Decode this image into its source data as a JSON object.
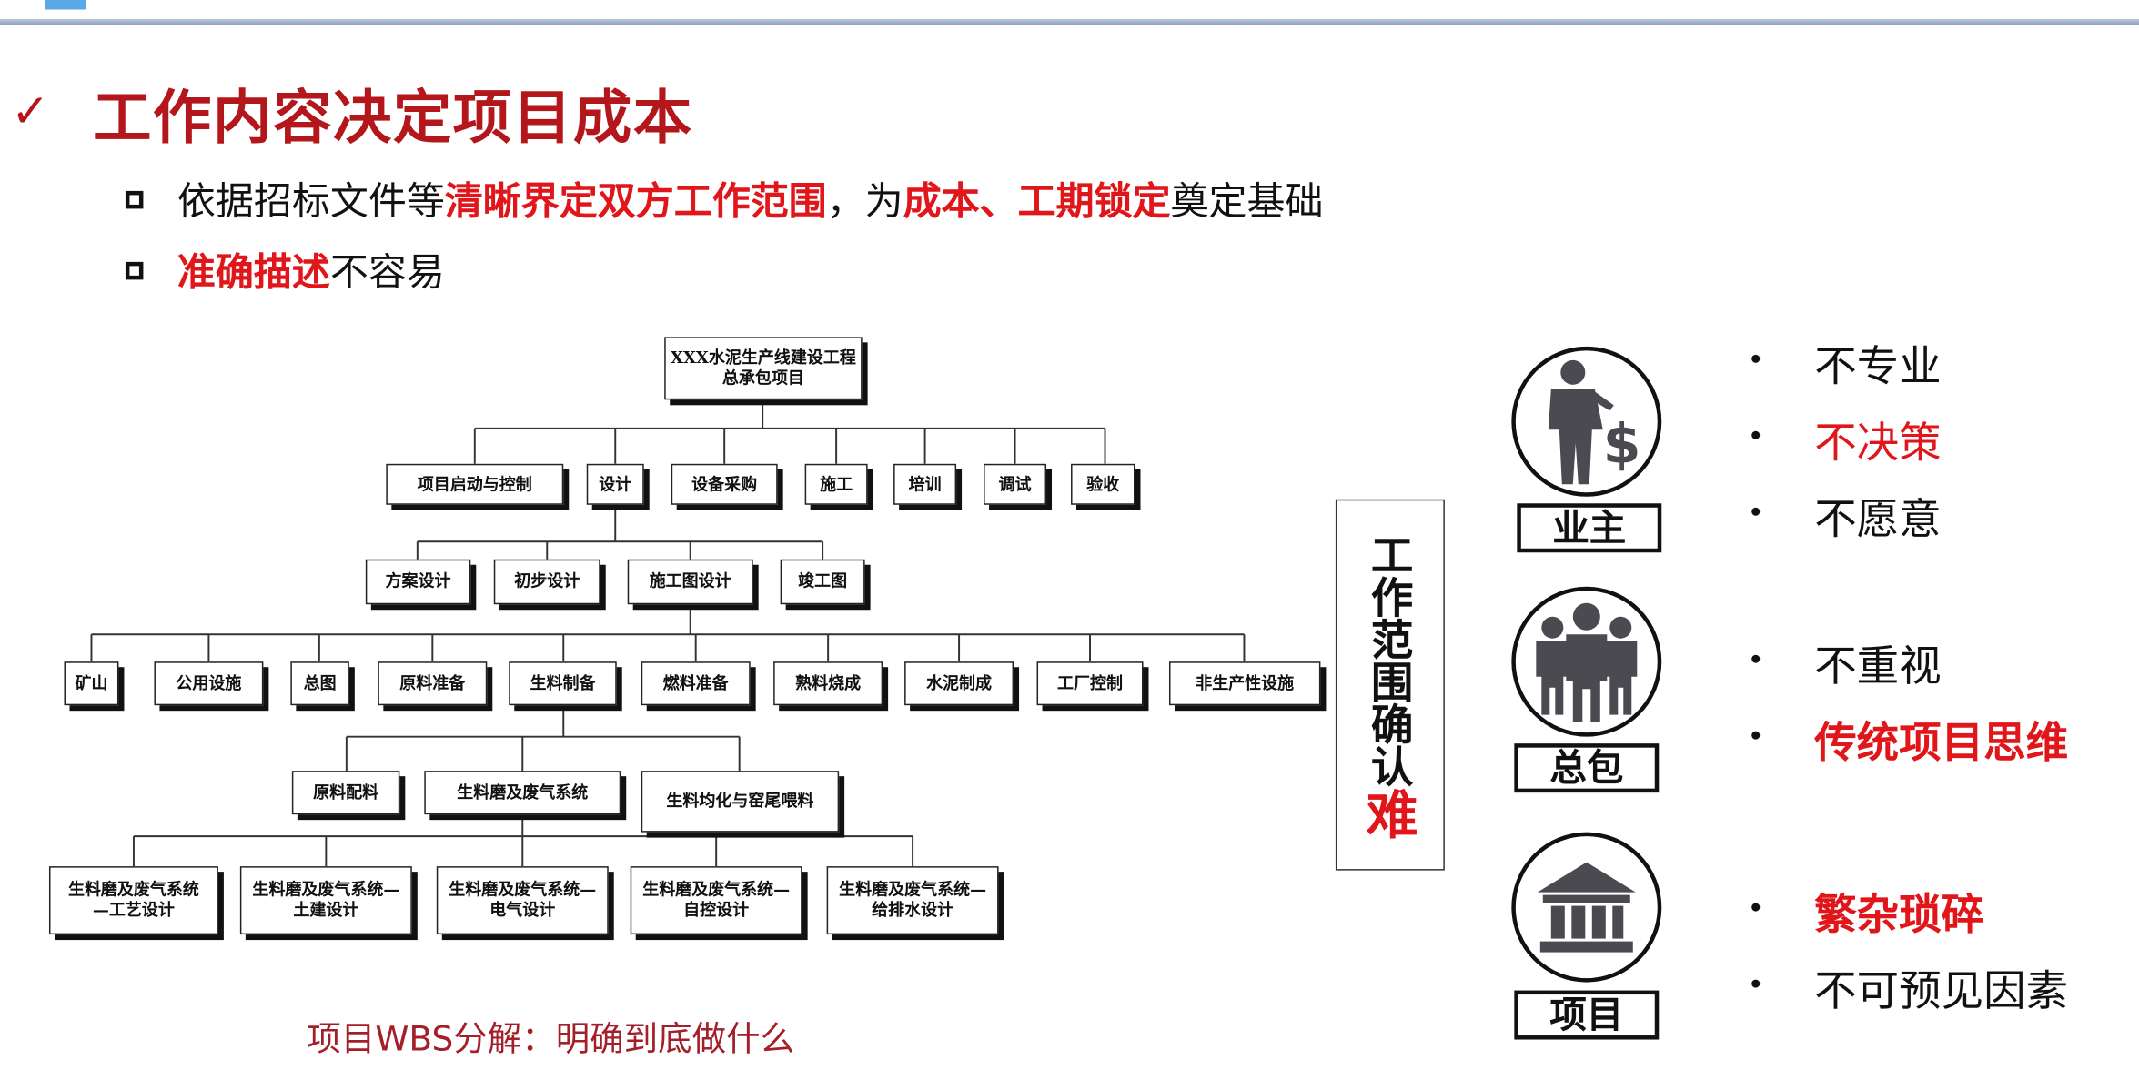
{
  "slide": {
    "title": "工作内容决定项目成本",
    "bullets": [
      {
        "parts": [
          "依据招标文件等",
          "清晰界定双方工作范围",
          "，为",
          "成本、工期锁定",
          "奠定基础"
        ]
      },
      {
        "parts": [
          "准确描述",
          "不容易"
        ]
      }
    ]
  },
  "wbs": {
    "root": "XXX水泥生产线建设工程总承包项目",
    "level1": [
      "项目启动与控制",
      "设计",
      "设备采购",
      "施工",
      "培训",
      "调试",
      "验收"
    ],
    "level2": [
      "方案设计",
      "初步设计",
      "施工图设计",
      "竣工图"
    ],
    "level3": [
      "矿山",
      "公用设施",
      "总图",
      "原料准备",
      "生料制备",
      "燃料准备",
      "熟料烧成",
      "水泥制成",
      "工厂控制",
      "非生产性设施"
    ],
    "level4": [
      "原料配料",
      "生料磨及废气系统",
      "生料均化与窑尾喂料"
    ],
    "level5": [
      "生料磨及废气系统—工艺设计",
      "生料磨及废气系统—土建设计",
      "生料磨及废气系统—电气设计",
      "生料磨及废气系统—自控设计",
      "生料磨及废气系统—给排水设计"
    ],
    "caption": "项目WBS分解：明确到底做什么"
  },
  "scope_box": {
    "text": "工作范围确认",
    "emphasis": "难"
  },
  "parties": [
    {
      "label": "业主",
      "icon": "businessman-dollar-icon",
      "points": [
        {
          "text": "不专业",
          "style": "normal"
        },
        {
          "text": "不决策",
          "style": "red"
        },
        {
          "text": "不愿意",
          "style": "normal"
        }
      ]
    },
    {
      "label": "总包",
      "icon": "team-icon",
      "points": [
        {
          "text": "不重视",
          "style": "normal"
        },
        {
          "text": "传统项目思维",
          "style": "red-bold"
        }
      ]
    },
    {
      "label": "项目",
      "icon": "bank-building-icon",
      "points": [
        {
          "text": "繁杂琐碎",
          "style": "red-bold"
        },
        {
          "text": "不可预见因素",
          "style": "normal"
        }
      ]
    }
  ],
  "colors": {
    "accent_red": "#e0161b",
    "title_red": "#b3161b",
    "caption_red": "#a3202a",
    "header_line": "#8fa3bd"
  }
}
